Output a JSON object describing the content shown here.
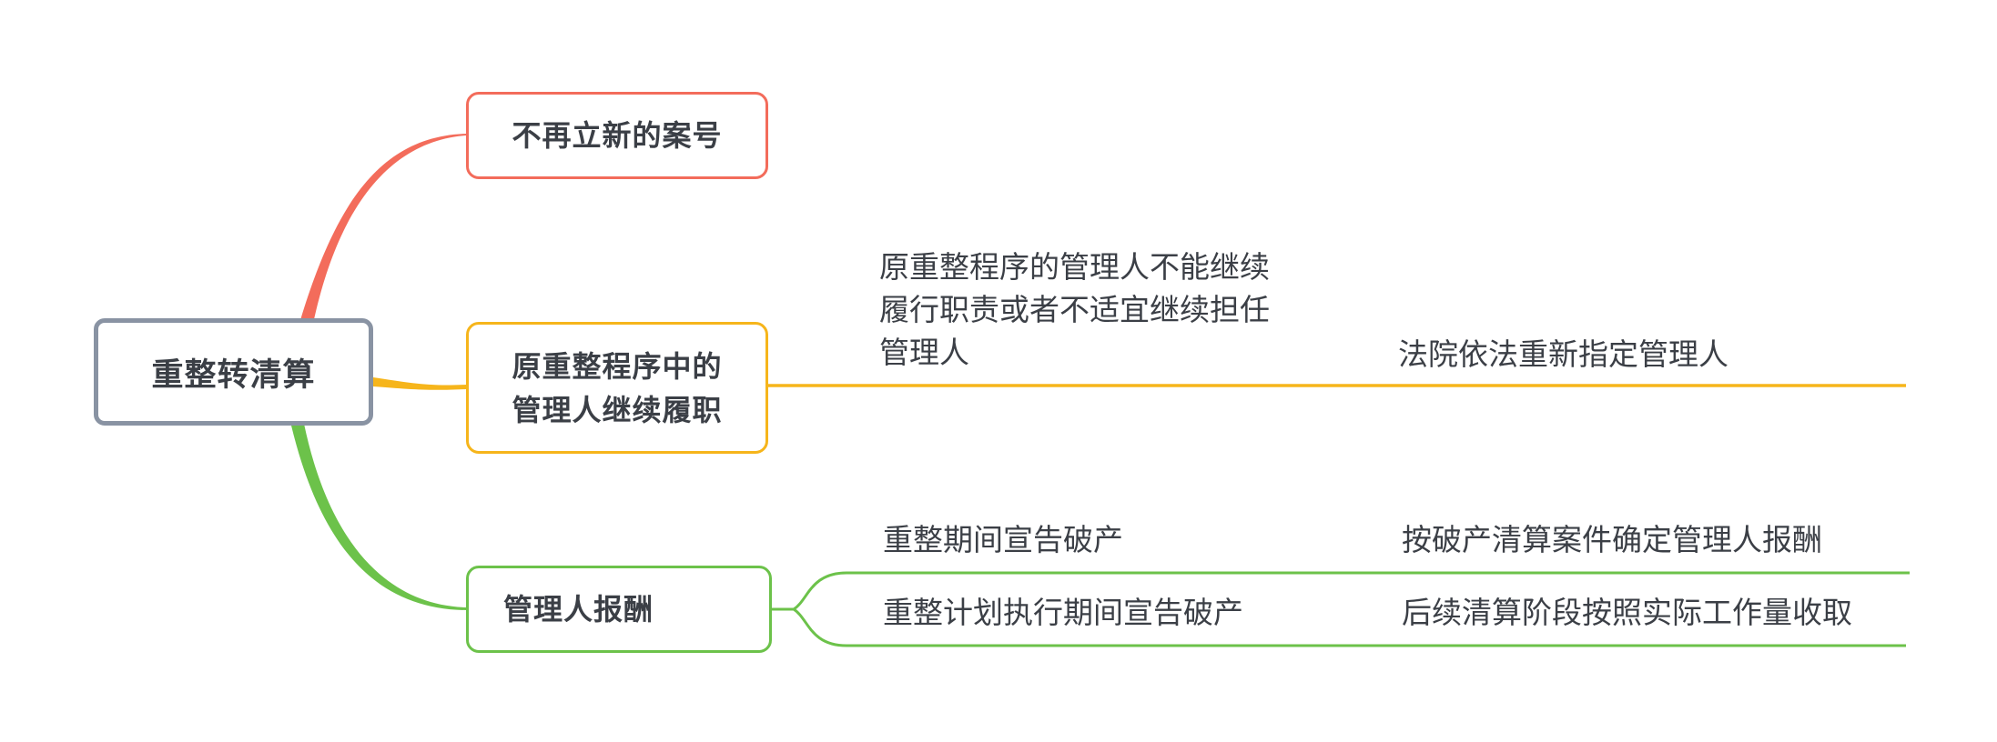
{
  "root": {
    "label": "重整转清算"
  },
  "branches": [
    {
      "label": "不再立新的案号",
      "color": "#f36c5b",
      "children": []
    },
    {
      "label": "原重整程序中的\n管理人继续履职",
      "color": "#f6b51b",
      "children": [
        {
          "label": "原重整程序的管理人不能继续履行职责或者不适宜继续担任管理人",
          "children": [
            {
              "label": "法院依法重新指定管理人"
            }
          ]
        }
      ]
    },
    {
      "label": "管理人报酬",
      "color": "#6cc24a",
      "children": [
        {
          "label": "重整期间宣告破产",
          "children": [
            {
              "label": "按破产清算案件确定管理人报酬"
            }
          ]
        },
        {
          "label": "重整计划执行期间宣告破产",
          "children": [
            {
              "label": "后续清算阶段按照实际工作量收取"
            }
          ]
        }
      ]
    }
  ],
  "colors": {
    "root_border": "#8993a3",
    "text": "#3b3f46"
  }
}
